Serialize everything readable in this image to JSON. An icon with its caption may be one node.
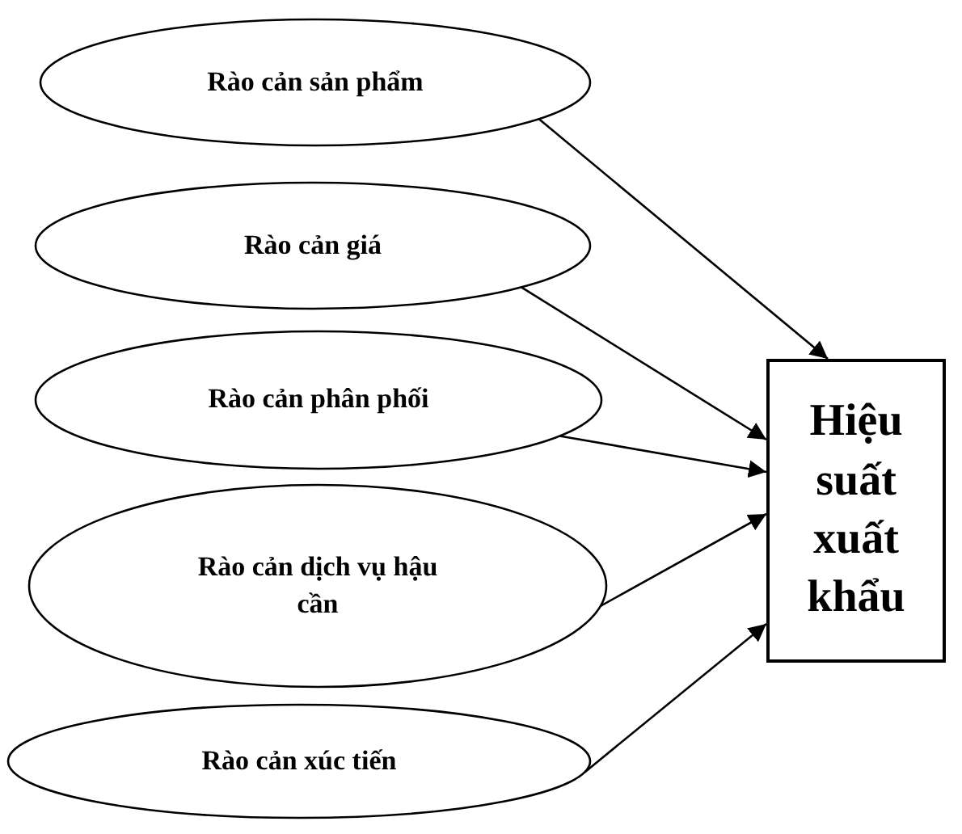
{
  "diagram": {
    "nodes": [
      {
        "text": [
          "Rào cản sản phẩm"
        ]
      },
      {
        "text": [
          "Rào cản giá"
        ]
      },
      {
        "text": [
          "Rào cản phân phối"
        ]
      },
      {
        "text": [
          "Rào cản dịch vụ hậu cần"
        ]
      },
      {
        "text": [
          "Rào cản xúc tiến"
        ]
      },
      {
        "text": [
          "Hiệu suất xuất khẩu"
        ]
      }
    ],
    "edges": [
      {
        "from": 0,
        "to": 5,
        "arrow": "to"
      },
      {
        "from": 1,
        "to": 5,
        "arrow": "to"
      },
      {
        "from": 2,
        "to": 5,
        "arrow": "to"
      },
      {
        "from": 3,
        "to": 5,
        "arrow": "to"
      },
      {
        "from": 4,
        "to": 5,
        "arrow": "to"
      }
    ]
  }
}
